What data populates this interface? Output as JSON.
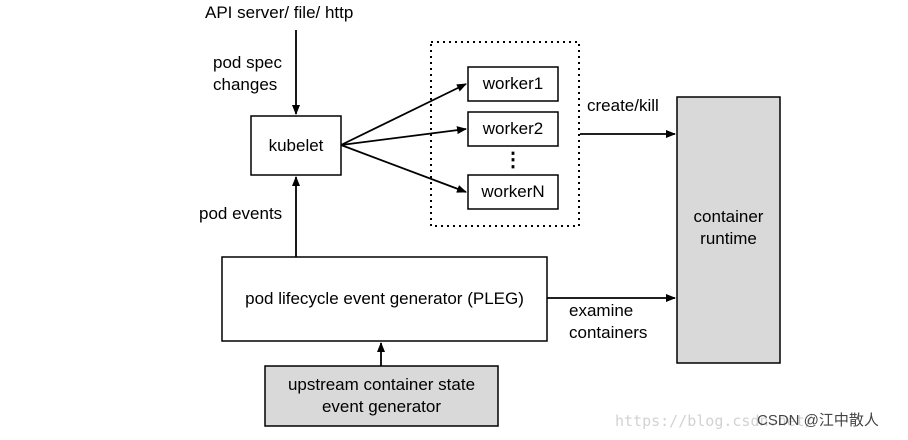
{
  "labels": {
    "api_source": "API server/ file/ http",
    "pod_spec_changes_line1": "pod spec",
    "pod_spec_changes_line2": "changes",
    "pod_events": "pod events",
    "create_kill": "create/kill",
    "examine_line1": "examine",
    "examine_line2": "containers"
  },
  "nodes": {
    "kubelet": "kubelet",
    "worker1": "worker1",
    "worker2": "worker2",
    "workerN": "workerN",
    "ellipsis": "⋮",
    "pleg": "pod lifecycle event generator (PLEG)",
    "runtime_line1": "container",
    "runtime_line2": "runtime",
    "upstream_line1": "upstream container state",
    "upstream_line2": "event generator"
  },
  "watermark": {
    "url_text": "https://blog.csdn.net/",
    "credit": "CSDN @江中散人"
  },
  "colors": {
    "stroke": "#000000",
    "shaded_fill": "#d9d9d9",
    "watermark_url": "#d2d2d2",
    "watermark_credit": "#444444"
  }
}
